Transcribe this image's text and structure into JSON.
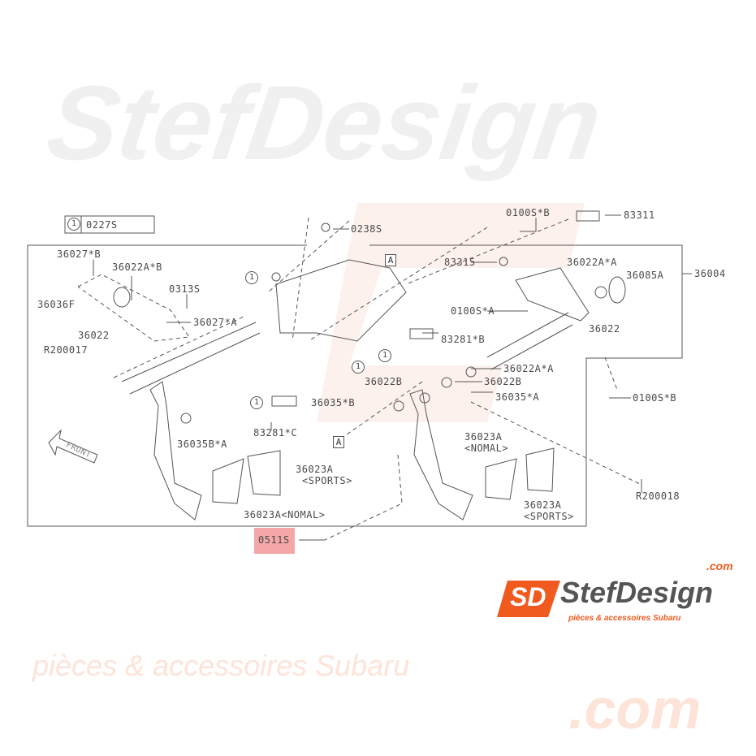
{
  "legend": {
    "marker": "1",
    "part": "0227S"
  },
  "labels": {
    "p0238S": "0238S",
    "p0100SB_top": "0100S*B",
    "p83311": "83311",
    "p36027B": "36027*B",
    "p36022AB": "36022A*B",
    "p0313S": "0313S",
    "p36036F": "36036F",
    "p36027A": "36027*A",
    "p36022_left": "36022",
    "pR200017": "R200017",
    "p83315": "83315",
    "p36022AA_top": "36022A*A",
    "p36085A": "36085A",
    "p36004": "36004",
    "p0100SA": "0100S*A",
    "p36022_right": "36022",
    "p83281B": "83281*B",
    "p36022AA_mid": "36022A*A",
    "p36022B_left": "36022B",
    "p36022B_right": "36022B",
    "p36035A": "36035*A",
    "p0100SB_right": "0100S*B",
    "p36035B": "36035*B",
    "p83281C": "83281*C",
    "p36035BA": "36035B*A",
    "p36023A_nomal_r": "36023A",
    "nomal_r": "<NOMAL>",
    "p36023A_sports_l": "36023A",
    "sports_l": "<SPORTS>",
    "pR200018": "R200018",
    "p36023A_nomal_b": "36023A<NOMAL>",
    "p36023A_sports_r": "36023A",
    "sports_r": "<SPORTS>",
    "p0511S": "0511S",
    "front": "FRONT",
    "ref_A": "A"
  },
  "watermark": {
    "brand": "StefDesign",
    "dotcom": ".com",
    "tagline": "pièces & accessoires Subaru",
    "logo_mark": "SD",
    "logo_tagline": "pièces & accessoires Subaru"
  },
  "colors": {
    "highlight": "#f4a7a7",
    "brand_orange": "#f05a1e",
    "line": "#555555"
  }
}
